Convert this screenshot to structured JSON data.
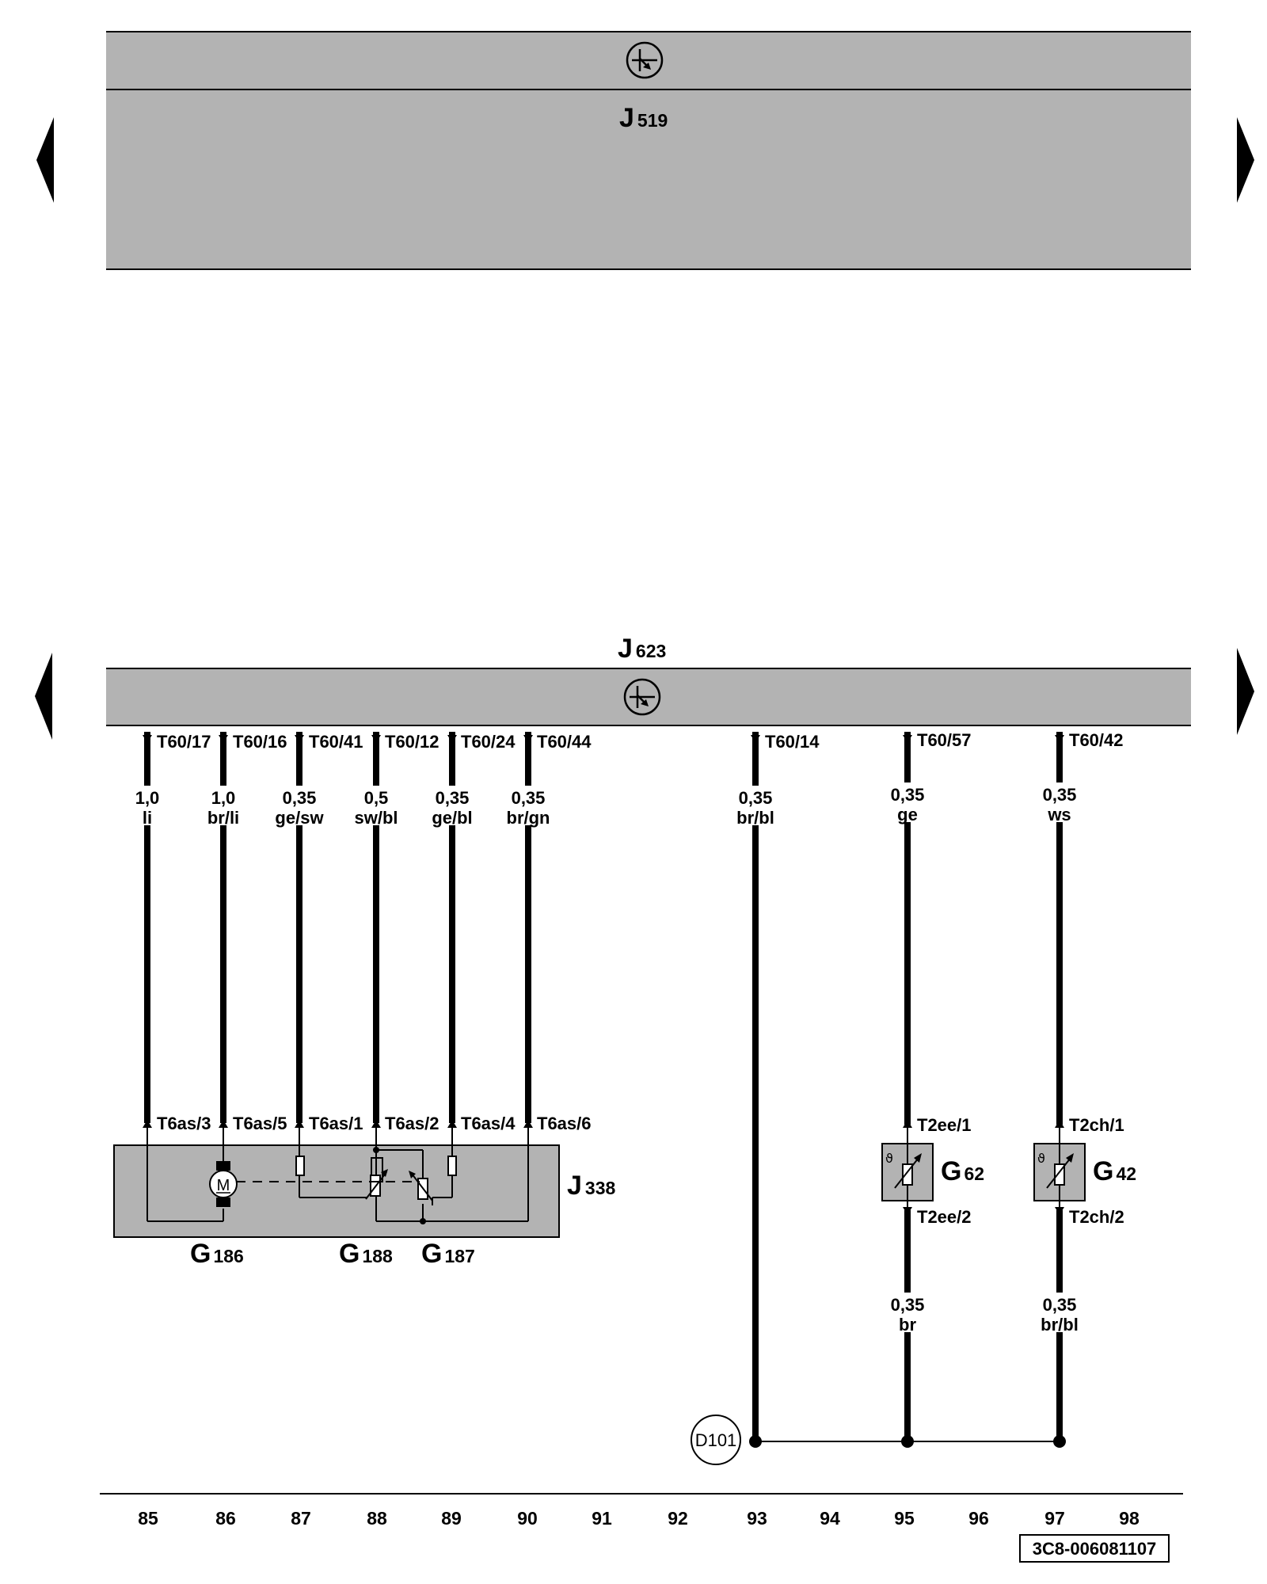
{
  "top_unit": {
    "letter": "J",
    "number": "519"
  },
  "bottom_unit": {
    "letter": "J",
    "number": "623"
  },
  "wires": [
    {
      "top_pin": "T60/17",
      "size": "1,0",
      "color": "li",
      "bottom_pin": "T6as/3",
      "column": "85"
    },
    {
      "top_pin": "T60/16",
      "size": "1,0",
      "color": "br/li",
      "bottom_pin": "T6as/5",
      "column": "86"
    },
    {
      "top_pin": "T60/41",
      "size": "0,35",
      "color": "ge/sw",
      "bottom_pin": "T6as/1",
      "column": "87"
    },
    {
      "top_pin": "T60/12",
      "size": "0,5",
      "color": "sw/bl",
      "bottom_pin": "T6as/2",
      "column": "88"
    },
    {
      "top_pin": "T60/24",
      "size": "0,35",
      "color": "ge/bl",
      "bottom_pin": "T6as/4",
      "column": "89"
    },
    {
      "top_pin": "T60/44",
      "size": "0,35",
      "color": "br/gn",
      "bottom_pin": "T6as/6",
      "column": "90"
    },
    {
      "top_pin": "T60/14",
      "size": "0,35",
      "color": "br/bl",
      "bottom_pin": "",
      "column": "93"
    },
    {
      "top_pin": "T60/57",
      "size": "0,35",
      "color": "ge",
      "bottom_pin": "T2ee/1",
      "column": "95"
    },
    {
      "top_pin": "T60/42",
      "size": "0,35",
      "color": "ws",
      "bottom_pin": "T2ch/1",
      "column": "97"
    }
  ],
  "throttle_module": {
    "letter": "J",
    "number": "338",
    "motor_symbol": "M",
    "parts": [
      {
        "letter": "G",
        "number": "186"
      },
      {
        "letter": "G",
        "number": "188"
      },
      {
        "letter": "G",
        "number": "187"
      }
    ]
  },
  "sensors": [
    {
      "letter": "G",
      "number": "62",
      "pin_in": "T2ee/1",
      "pin_out": "T2ee/2",
      "size": "0,35",
      "color": "br"
    },
    {
      "letter": "G",
      "number": "42",
      "pin_in": "T2ch/1",
      "pin_out": "T2ch/2",
      "size": "0,35",
      "color": "br/bl"
    }
  ],
  "ground_point": "D101",
  "columns": [
    "85",
    "86",
    "87",
    "88",
    "89",
    "90",
    "91",
    "92",
    "93",
    "94",
    "95",
    "96",
    "97",
    "98"
  ],
  "drawing_id": "3C8-006081107"
}
